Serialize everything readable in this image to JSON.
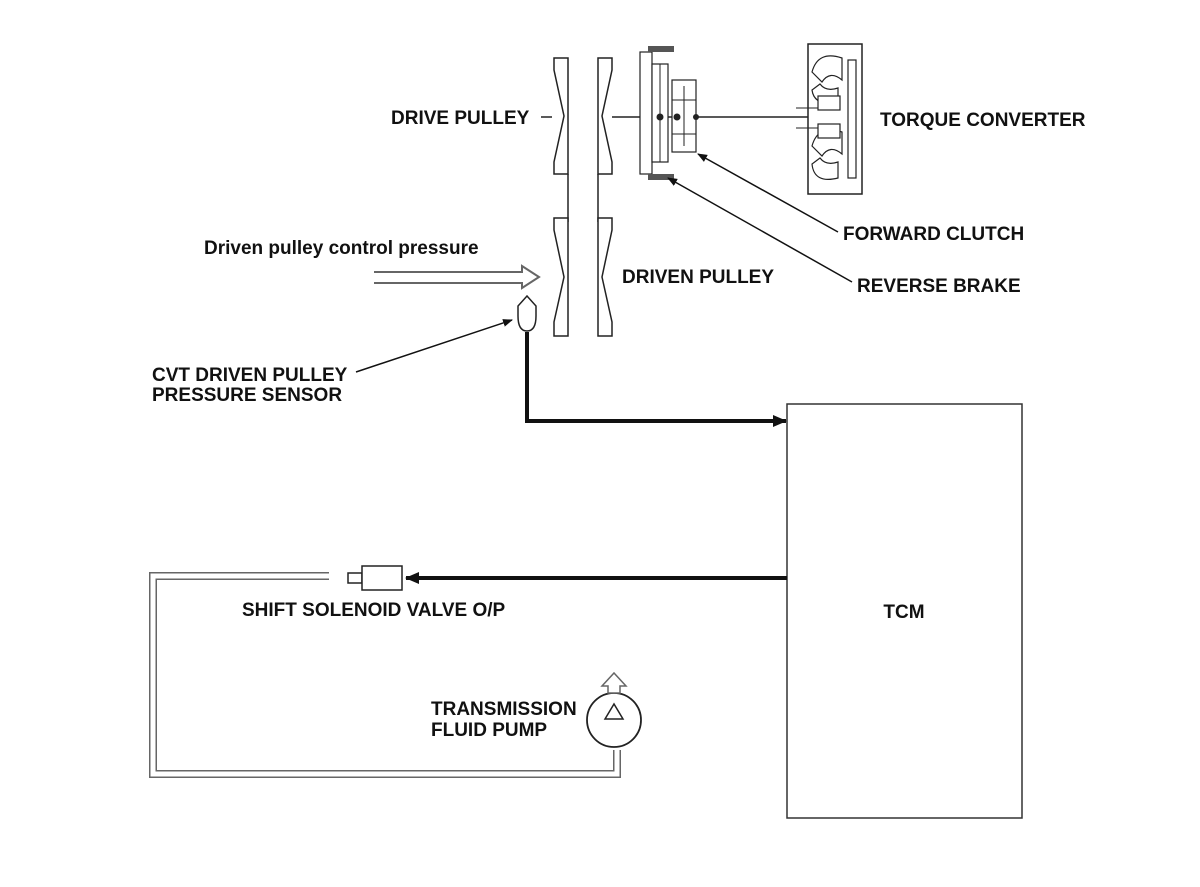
{
  "labels": {
    "drive_pulley": "DRIVE PULLEY",
    "torque_converter": "TORQUE CONVERTER",
    "forward_clutch": "FORWARD CLUTCH",
    "reverse_brake": "REVERSE BRAKE",
    "driven_pulley": "DRIVEN PULLEY",
    "driven_pulley_control_pressure": "Driven pulley control pressure",
    "sensor_line1": "CVT DRIVEN PULLEY",
    "sensor_line2": "PRESSURE SENSOR",
    "shift_solenoid": "SHIFT SOLENOID VALVE O/P",
    "tcm": "TCM",
    "pump_line1": "TRANSMISSION",
    "pump_line2": "FLUID PUMP"
  }
}
